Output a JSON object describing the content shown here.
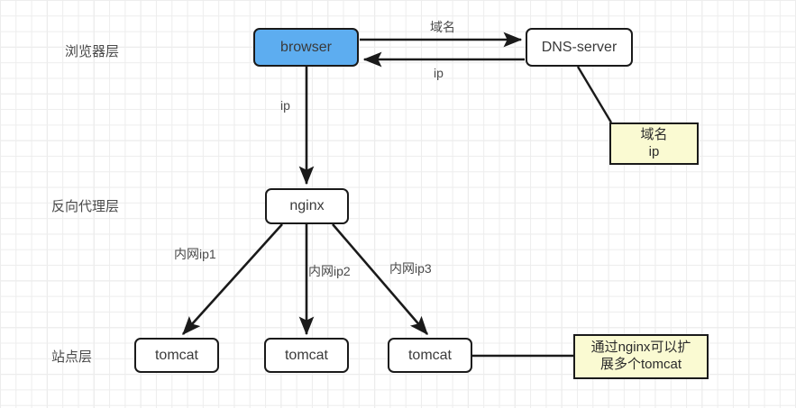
{
  "diagram": {
    "title": "web architecture layers",
    "background": "#ffffff",
    "grid_color": "#e0e0e0",
    "accent_color": "#5dadf0",
    "note_color": "#fafad2",
    "line_color": "#1a1a1a"
  },
  "layers": [
    {
      "label": "浏览器层"
    },
    {
      "label": "反向代理层"
    },
    {
      "label": "站点层"
    }
  ],
  "nodes": {
    "browser": "browser",
    "dns_server": "DNS-server",
    "nginx": "nginx",
    "tomcat1": "tomcat",
    "tomcat2": "tomcat",
    "tomcat3": "tomcat"
  },
  "notes": {
    "dns_note": {
      "line1": "域名",
      "line2": "ip"
    },
    "tomcat_note": {
      "line1": "通过nginx可以扩",
      "line2": "展多个tomcat"
    }
  },
  "edge_labels": {
    "domain_name": "域名",
    "ip_back": "ip",
    "ip_down": "ip",
    "intranet_ip1": "内网ip1",
    "intranet_ip2": "内网ip2",
    "intranet_ip3": "内网ip3"
  }
}
